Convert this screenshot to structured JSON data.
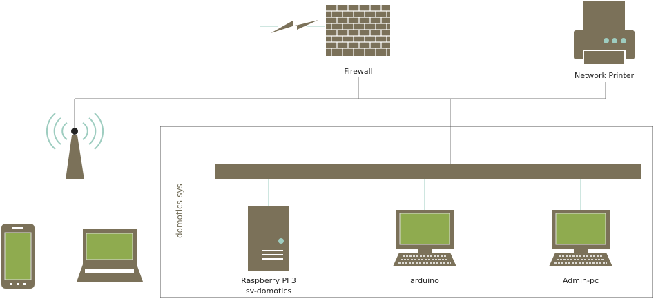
{
  "diagram": {
    "nodes": {
      "firewall": {
        "label": "Firewall"
      },
      "printer": {
        "label": "Network Printer"
      },
      "raspberry": {
        "label_line1": "Raspberry PI 3",
        "label_line2": "sv-domotics"
      },
      "arduino": {
        "label": "arduino"
      },
      "admin_pc": {
        "label": "Admin-pc"
      }
    },
    "zone": {
      "label": "domotics-sys"
    },
    "colors": {
      "device": "#7b7159",
      "screen": "#8fab4f",
      "line": "#777777",
      "link": "#9ecdc0",
      "zone_border": "#555555"
    },
    "icons": [
      "lightning-icon",
      "firewall-icon",
      "printer-icon",
      "antenna-icon",
      "smartphone-icon",
      "laptop-icon",
      "server-icon",
      "desktop-icon"
    ]
  }
}
